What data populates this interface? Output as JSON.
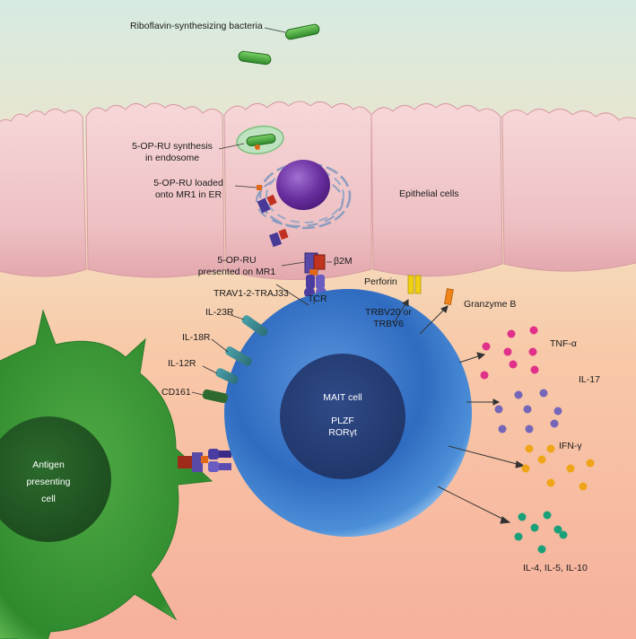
{
  "labels": {
    "bacteria": "Riboflavin-synthesizing bacteria",
    "synthesis_line1": "5-OP-RU synthesis",
    "synthesis_line2": "in endosome",
    "loaded_line1": "5-OP-RU loaded",
    "loaded_line2": "onto MR1 in ER",
    "epithelial": "Epithelial cells",
    "presented_line1": "5-OP-RU",
    "presented_line2": "presented on MR1",
    "b2m": "β2M",
    "perforin": "Perforin",
    "granzyme": "Granzyme B",
    "trav": "TRAV1-2-TRAJ33",
    "tcr": "TCR",
    "il23r": "IL-23R",
    "trbv_line1": "TRBV20 or",
    "trbv_line2": "TRBV6",
    "il18r": "IL-18R",
    "il12r": "IL-12R",
    "cd161": "CD161",
    "tnf": "TNF-α",
    "il17": "IL-17",
    "ifng": "IFN-γ",
    "il4": "IL-4, IL-5, IL-10",
    "mait_line1": "MAIT cell",
    "mait_line2": "PLZF",
    "mait_line3": "RORγt",
    "apc_line1": "Antigen",
    "apc_line2": "presenting",
    "apc_line3": "cell"
  },
  "colors": {
    "background_top": "#dcebe3",
    "background_bottom": "#f6b9a2",
    "epithelium": "#f2c9cc",
    "mait_cell": "#2f6bc0",
    "mait_nucleus": "#26407a",
    "apc": "#3e9a3a",
    "apc_nucleus": "#1e4e22",
    "bacteria": "#45a23a",
    "tnf_dots": "#e0308a",
    "il17_dots": "#7466b8",
    "ifng_dots": "#f0a418",
    "il4_dots": "#1aa078",
    "perforin": "#f0d010",
    "granzyme": "#f08418"
  }
}
